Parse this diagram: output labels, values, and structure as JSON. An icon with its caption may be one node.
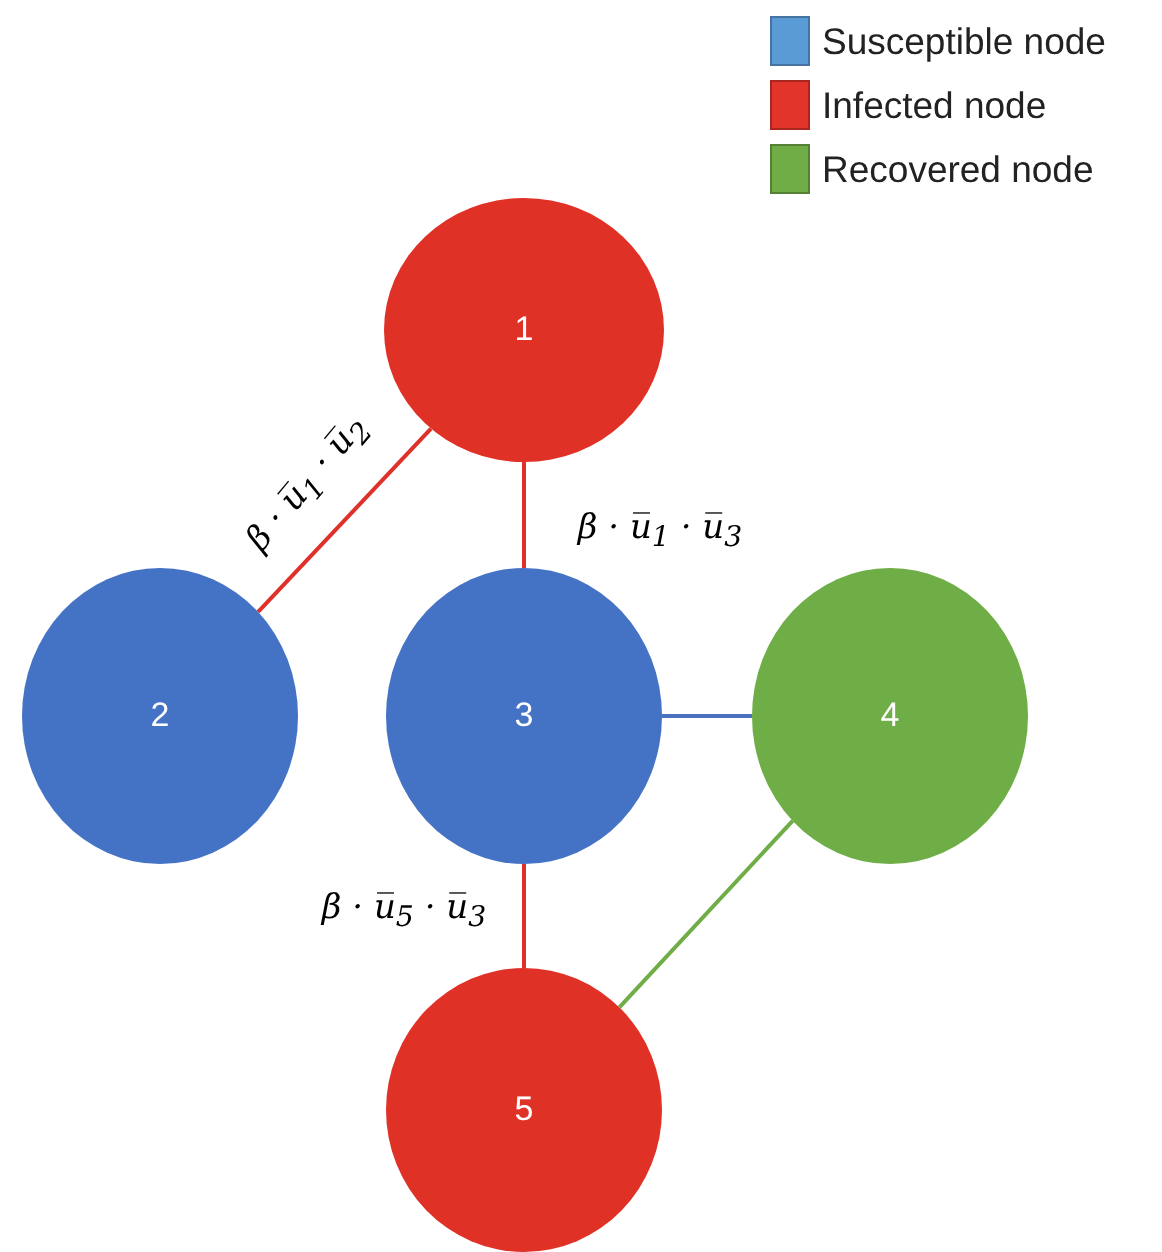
{
  "diagram": {
    "nodes": [
      {
        "text": [
          "1"
        ]
      },
      {
        "text": [
          "2"
        ]
      },
      {
        "text": [
          "3"
        ]
      },
      {
        "text": [
          "4"
        ]
      },
      {
        "text": [
          "5"
        ]
      }
    ],
    "edges": [
      {
        "from": 0,
        "to": 1,
        "arrow": "none",
        "label": "β · u̅$_{1}$ · u̅$_{2}$"
      },
      {
        "from": 0,
        "to": 2,
        "arrow": "none",
        "label": "β · u̅$_{1}$ · u̅$_{3}$"
      },
      {
        "from": 2,
        "to": 3,
        "arrow": "none",
        "color": "#4a72c0"
      },
      {
        "from": 2,
        "to": 4,
        "arrow": "none",
        "label": "β · u̅$_{5}$ · u̅$_{3}$"
      },
      {
        "from": 3,
        "to": 4,
        "arrow": "none",
        "color": "#70ad47"
      }
    ],
    "legend": [
      {
        "text": "Susceptible node",
        "color": "#5b9bd5"
      },
      {
        "text": "Infected node",
        "color": "#e3342b"
      },
      {
        "text": "Recovered node",
        "color": "#70ad47"
      }
    ]
  }
}
